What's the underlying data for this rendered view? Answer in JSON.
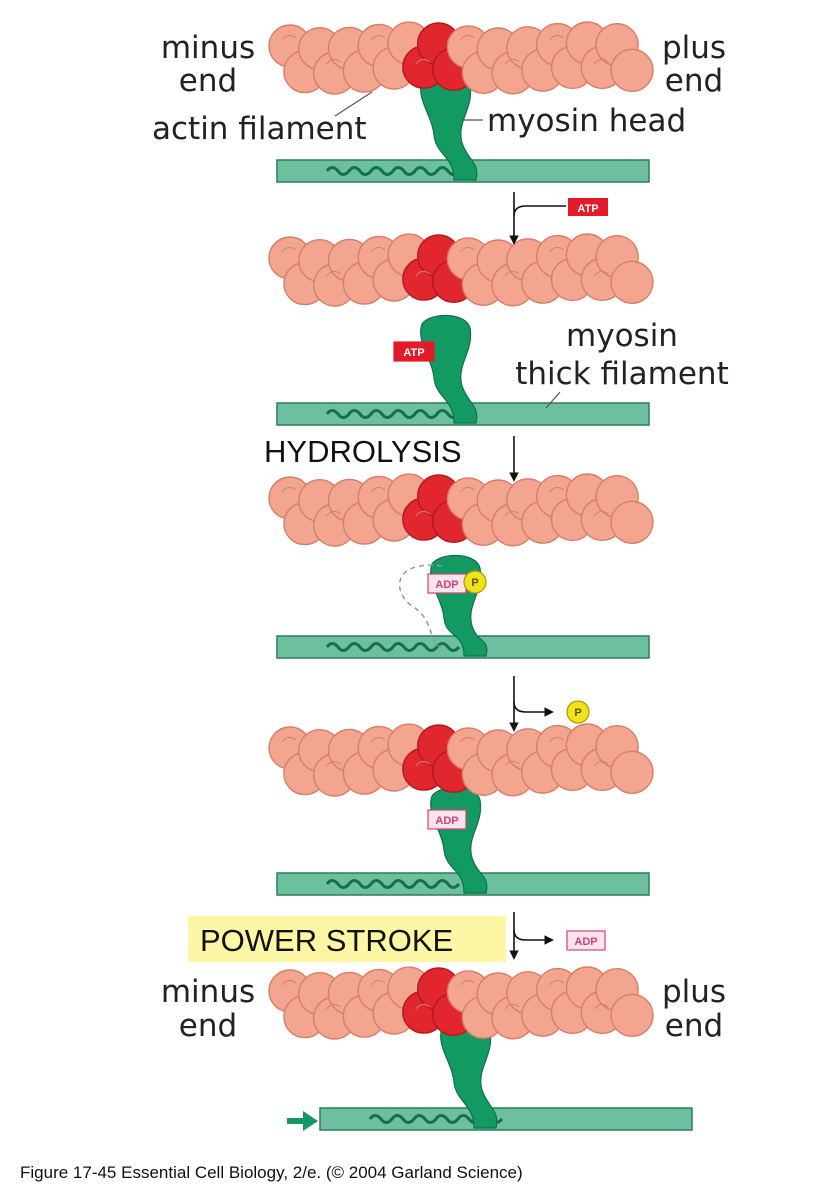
{
  "labels": {
    "minus_end": [
      "minus",
      "end"
    ],
    "plus_end": [
      "plus",
      "end"
    ],
    "actin_filament": "actin filament",
    "myosin_head": "myosin head",
    "myosin_thick_filament": [
      "myosin",
      "thick filament"
    ]
  },
  "steps": {
    "hydrolysis": "HYDROLYSIS",
    "power_stroke": "POWER STROKE"
  },
  "molecules": {
    "atp": "ATP",
    "adp": "ADP",
    "phosphate": "P"
  },
  "caption": "Figure 17-45  Essential Cell Biology, 2/e. (© 2004 Garland Science)",
  "colors": {
    "actin_bead": "#f4a58f",
    "actin_bead_edge": "#d67e68",
    "actin_active_site": "#e2262e",
    "myosin": "#139a63",
    "thick_filament": "#6cbf9f",
    "thick_filament_edge": "#2f7d5c",
    "atp_fill": "#e21b2a",
    "adp_fill": "#fde3ec",
    "adp_text": "#d2427a",
    "phosphate_fill": "#f2e21a",
    "highlight": "#fdf6a4",
    "arrow": "#111111"
  }
}
